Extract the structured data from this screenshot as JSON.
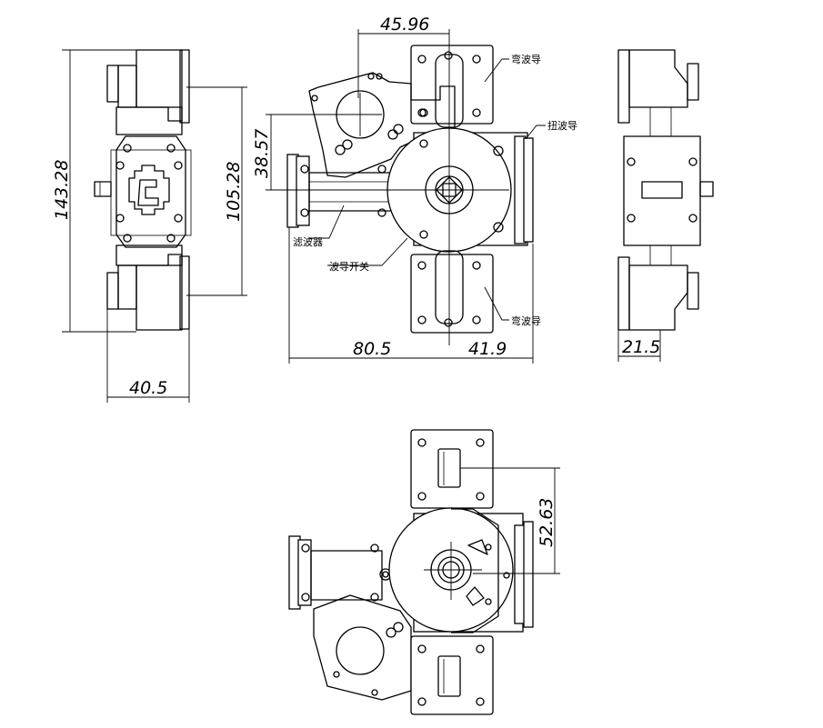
{
  "dimensions": {
    "overall_height": "143.28",
    "inner_height": "105.28",
    "side_width": "40.5",
    "top_offset": "45.96",
    "vertical_offset": "38.57",
    "left_length": "80.5",
    "right_length": "41.9",
    "depth": "21.5",
    "bottom_offset": "52.63"
  },
  "callouts": {
    "bend_top": "弯波导",
    "twist": "扭波导",
    "filter": "滤波器",
    "switch": "波导开关",
    "bend_bottom": "弯波导"
  }
}
